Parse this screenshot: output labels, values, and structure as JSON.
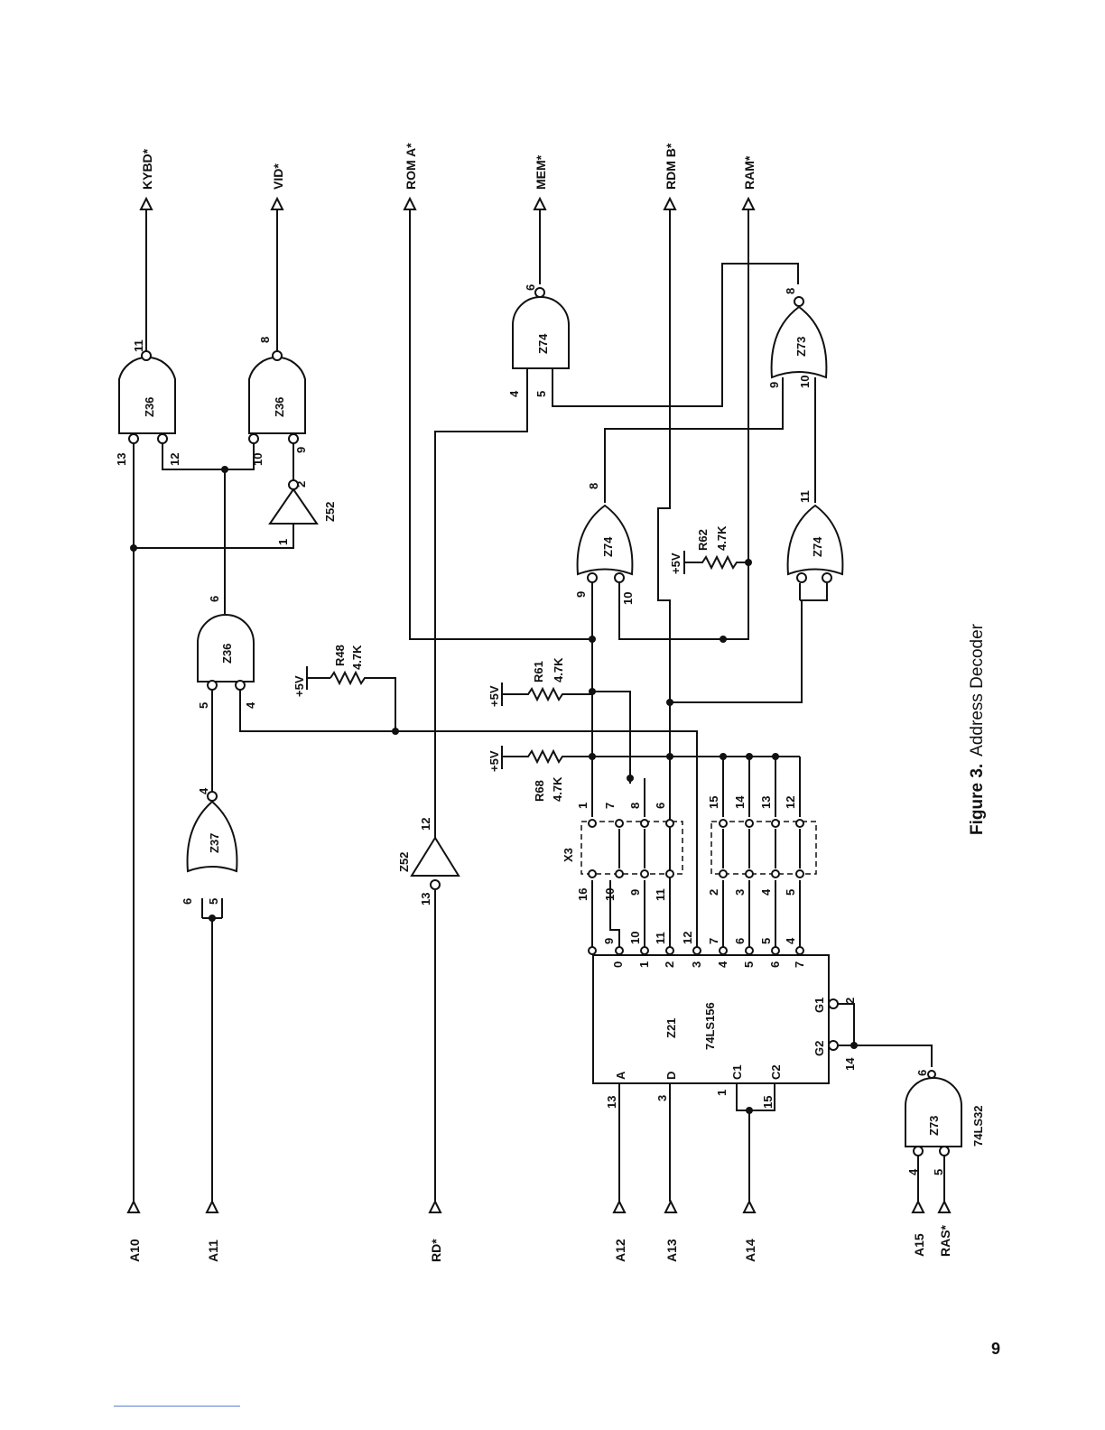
{
  "figure": {
    "number": "Figure 3.",
    "title": "Address Decoder"
  },
  "page_number": "9",
  "inputs": [
    "A10",
    "A11",
    "RD*",
    "A12",
    "A13",
    "A14",
    "A15",
    "RAS*"
  ],
  "outputs": [
    "KYBD*",
    "VID*",
    "ROM A*",
    "MEM*",
    "RDM B*",
    "RAM*"
  ],
  "chips": {
    "decoder": {
      "ref": "Z21",
      "part": "74LS156",
      "a": "A",
      "b": "D",
      "c1": "C1",
      "c2": "C2",
      "g1": "G1",
      "g2": "G2",
      "outs": [
        "0",
        "1",
        "2",
        "3",
        "4",
        "5",
        "6",
        "7"
      ]
    },
    "or_z73": {
      "ref": "Z73",
      "part": "74LS32"
    },
    "jumper": "X3"
  },
  "gate_refs": {
    "z36": "Z36",
    "z37": "Z37",
    "z52": "Z52",
    "z74": "Z74",
    "z73": "Z73"
  },
  "supply": "+5V",
  "resistors": [
    {
      "ref": "R48",
      "value": "4.7K"
    },
    {
      "ref": "R61",
      "value": "4.7K"
    },
    {
      "ref": "R68",
      "value": "4.7K"
    },
    {
      "ref": "R62",
      "value": "4.7K"
    }
  ],
  "pins": {
    "z36a": [
      "13",
      "12",
      "11"
    ],
    "z36b": [
      "10",
      "9",
      "8"
    ],
    "z36c": [
      "5",
      "4",
      "6"
    ],
    "z37": [
      "6",
      "5",
      "4"
    ],
    "z52a": [
      "1",
      "2"
    ],
    "z52b": [
      "13",
      "12"
    ],
    "z74a": [
      "4",
      "5",
      "6"
    ],
    "z74b": [
      "9",
      "10",
      "8"
    ],
    "z74c": [
      "11"
    ],
    "z73a": [
      "9",
      "10",
      "8"
    ],
    "z73b": [
      "4",
      "5",
      "6"
    ],
    "z21_in": [
      "13",
      "3",
      "1",
      "15",
      "14",
      "2"
    ],
    "z21_out": [
      "9",
      "10",
      "11",
      "12",
      "7",
      "6",
      "5",
      "4"
    ],
    "x3_left": [
      "16",
      "10",
      "9",
      "11",
      "2",
      "3",
      "4",
      "5"
    ],
    "x3_right": [
      "1",
      "7",
      "8",
      "6",
      "15",
      "14",
      "13",
      "12"
    ]
  }
}
